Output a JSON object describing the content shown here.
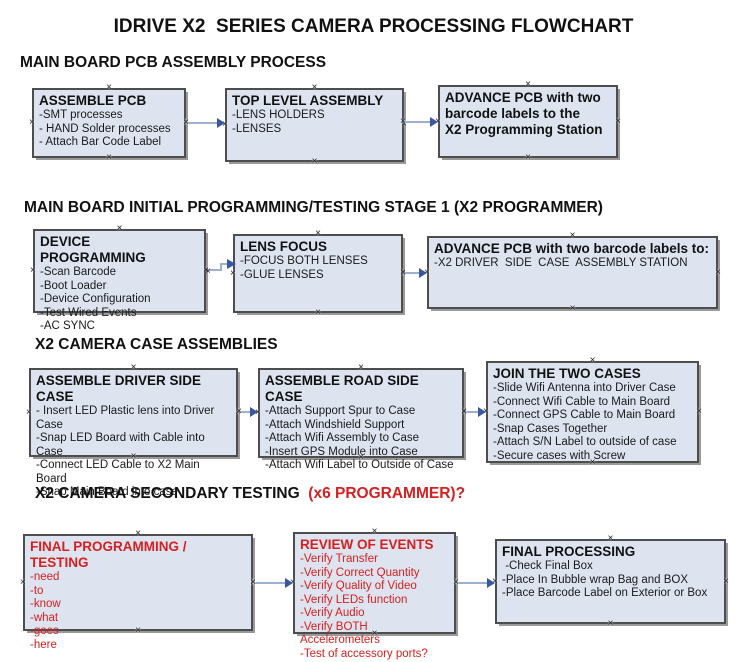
{
  "title": "IDRIVE X2  SERIES CAMERA PROCESSING FLOWCHART",
  "icons": {
    "connection_handle_glyph": "×"
  },
  "colors": {
    "box_fill": "#dde4f0",
    "box_border": "#4d4d4d",
    "arrow_line": "#9db0cf",
    "arrow_head": "#3a57a0",
    "red_text": "#d42020",
    "black_text": "#111111"
  },
  "sections": [
    {
      "header": "MAIN BOARD PCB ASSEMBLY PROCESS",
      "header_accent": "",
      "boxes": [
        {
          "title": "ASSEMBLE PCB",
          "items": [
            "-SMT processes",
            "- HAND Solder processes",
            "- Attach Bar Code Label"
          ]
        },
        {
          "title": "TOP LEVEL ASSEMBLY",
          "items": [
            "-LENS HOLDERS",
            "-LENSES"
          ]
        },
        {
          "title": "ADVANCE PCB with two\nbarcode labels to the\n X2 Programming Station",
          "items": []
        }
      ]
    },
    {
      "header": "MAIN BOARD INITIAL PROGRAMMING/TESTING STAGE 1 (X2 PROGRAMMER)",
      "header_accent": "",
      "boxes": [
        {
          "title": "DEVICE PROGRAMMING",
          "items": [
            "-Scan Barcode",
            "-Boot Loader",
            "-Device Configuration",
            "-Test Wired Events",
            "-AC SYNC"
          ]
        },
        {
          "title": "LENS FOCUS",
          "items": [
            "-FOCUS BOTH LENSES",
            "-GLUE LENSES"
          ]
        },
        {
          "title": "ADVANCE PCB with two barcode labels to:",
          "items": [
            "-X2 DRIVER  SIDE  CASE  ASSEMBLY STATION"
          ]
        }
      ]
    },
    {
      "header": "X2 CAMERA CASE ASSEMBLIES",
      "header_accent": "",
      "boxes": [
        {
          "title": "ASSEMBLE DRIVER SIDE CASE",
          "items": [
            "- Insert LED Plastic lens into Driver Case",
            "-Snap LED Board with Cable into Case",
            "-Connect LED Cable to X2 Main Board",
            "-Snap Main Board into case"
          ]
        },
        {
          "title": "ASSEMBLE ROAD SIDE CASE",
          "items": [
            "-Attach Support Spur to Case",
            "-Attach Windshield Support",
            "-Attach Wifi Assembly to Case",
            "-Insert GPS Module into Case",
            "-Attach Wifi Label to Outside of Case"
          ]
        },
        {
          "title": "JOIN THE TWO CASES",
          "items": [
            "-Slide Wifi Antenna into Driver Case",
            "-Connect Wifi Cable to Main Board",
            "-Connect GPS Cable to Main Board",
            "-Snap Cases Together",
            "-Attach S/N Label to outside of case",
            "-Secure cases with Screw"
          ]
        }
      ]
    },
    {
      "header": "X2 CAMERA SECONDARY TESTING ",
      "header_accent": " (x6 PROGRAMMER)?",
      "boxes": [
        {
          "title": "FINAL PROGRAMMING / TESTING",
          "items": [
            "-need",
            "-to",
            "-know",
            "-what",
            "-goes",
            "-here"
          ]
        },
        {
          "title": "REVIEW OF EVENTS",
          "items": [
            "-Verify Transfer",
            "-Verify Correct Quantity",
            "-Verify Quality of Video",
            "-Verify LEDs function",
            "-Verify Audio",
            "-Verify BOTH Accelerometers",
            "-Test of accessory ports?"
          ]
        },
        {
          "title": "FINAL PROCESSING",
          "items": [
            " -Check Final Box",
            "-Place In Bubble wrap Bag and BOX",
            "-Place Barcode Label on Exterior or Box"
          ]
        }
      ]
    }
  ]
}
